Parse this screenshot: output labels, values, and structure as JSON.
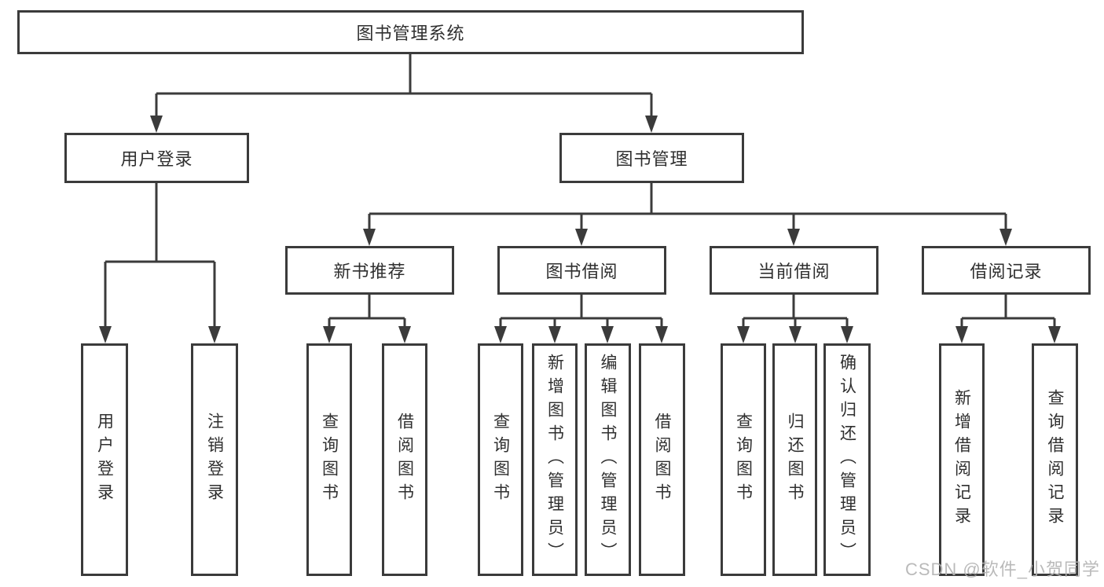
{
  "diagram": {
    "tree": {
      "label": "图书管理系统",
      "children": [
        {
          "label": "用户登录",
          "children": [
            {
              "label": "用户登录"
            },
            {
              "label": "注销登录"
            }
          ]
        },
        {
          "label": "图书管理",
          "children": [
            {
              "label": "新书推荐",
              "children": [
                {
                  "label": "查询图书"
                },
                {
                  "label": "借阅图书"
                }
              ]
            },
            {
              "label": "图书借阅",
              "children": [
                {
                  "label": "查询图书"
                },
                {
                  "label": "新增图书（管理员）"
                },
                {
                  "label": "编辑图书（管理员）"
                },
                {
                  "label": "借阅图书"
                }
              ]
            },
            {
              "label": "当前借阅",
              "children": [
                {
                  "label": "查询图书"
                },
                {
                  "label": "归还图书"
                },
                {
                  "label": "确认归还（管理员）"
                }
              ]
            },
            {
              "label": "借阅记录",
              "children": [
                {
                  "label": "新增借阅记录"
                },
                {
                  "label": "查询借阅记录"
                }
              ]
            }
          ]
        }
      ]
    },
    "watermark": "CSDN @软件_小贺同学",
    "colors": {
      "line": "#3b3b3b",
      "text": "#2f2f2f",
      "watermark": "#b3b3b3",
      "background": "#ffffff"
    }
  }
}
